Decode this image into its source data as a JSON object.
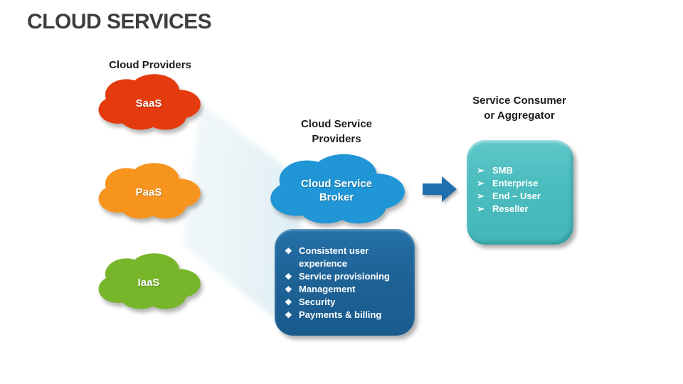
{
  "title": "CLOUD SERVICES",
  "providers": {
    "label": "Cloud Providers",
    "clouds": [
      {
        "name": "SaaS",
        "color": "#E43A0E"
      },
      {
        "name": "PaaS",
        "color": "#F7941E"
      },
      {
        "name": "IaaS",
        "color": "#77B62B"
      }
    ]
  },
  "broker": {
    "label_line1": "Cloud Service",
    "label_line2": "Providers",
    "cloud_line1": "Cloud Service",
    "cloud_line2": "Broker",
    "cloud_color": "#2196D6"
  },
  "features": {
    "bullet": "❖",
    "box_color": "#1E6296",
    "items": [
      "Consistent user experience",
      "Service provisioning",
      "Management",
      "Security",
      "Payments & billing"
    ]
  },
  "consumer": {
    "label_line1": "Service Consumer",
    "label_line2": "or Aggregator",
    "bullet": "➢",
    "box_color": "#4BBDBF",
    "items": [
      "SMB",
      "Enterprise",
      "End – User",
      "Reseller"
    ]
  },
  "arrow_color": "#1F6FAE",
  "beam_color": "#E3F0F4"
}
